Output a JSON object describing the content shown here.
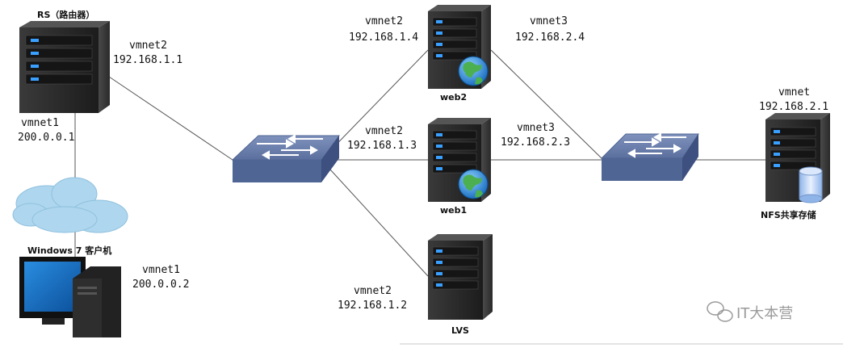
{
  "nodes": {
    "rs": {
      "name": "RS（路由器）",
      "top_iface": "vmnet2",
      "top_ip": "192.168.1.1",
      "bottom_iface": "vmnet1",
      "bottom_ip": "200.0.0.1"
    },
    "client": {
      "name": "Windows 7 客户机",
      "iface": "vmnet1",
      "ip": "200.0.0.2"
    },
    "web2": {
      "name": "web2",
      "left_iface": "vmnet2",
      "left_ip": "192.168.1.4",
      "right_iface": "vmnet3",
      "right_ip": "192.168.2.4"
    },
    "web1": {
      "name": "web1",
      "left_iface": "vmnet2",
      "left_ip": "192.168.1.3",
      "right_iface": "vmnet3",
      "right_ip": "192.168.2.3"
    },
    "lvs": {
      "name": "LVS",
      "iface": "vmnet2",
      "ip": "192.168.1.2"
    },
    "nfs": {
      "name": "NFS共享存储",
      "iface": "vmnet",
      "ip": "192.168.2.1"
    }
  },
  "icons": [
    "server-icon",
    "switch-icon",
    "cloud-icon",
    "pc-icon",
    "globe-icon",
    "database-icon",
    "wechat-icon"
  ],
  "watermark": "IT大本营",
  "colors": {
    "server": "#2b2b2b",
    "switch": "#4f6593",
    "cloud": "#aed6ee",
    "line": "#555555"
  }
}
